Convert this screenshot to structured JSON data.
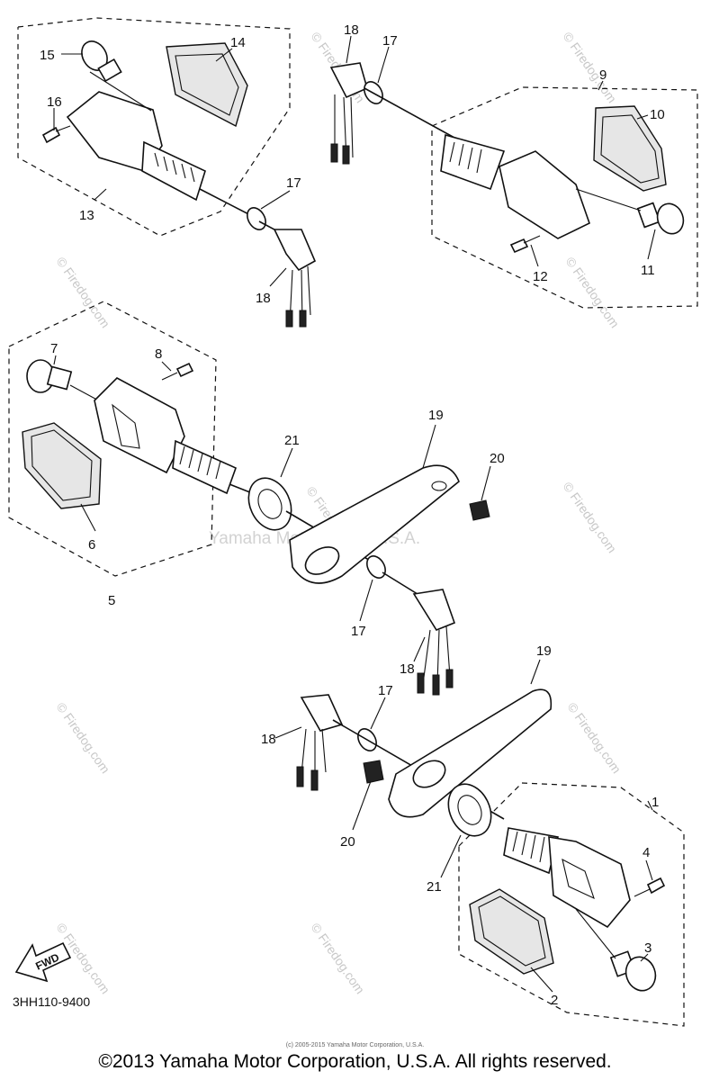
{
  "callouts": {
    "c1": "1",
    "c2": "2",
    "c3": "3",
    "c4": "4",
    "c5": "5",
    "c6": "6",
    "c7": "7",
    "c8": "8",
    "c9": "9",
    "c10": "10",
    "c11": "11",
    "c12": "12",
    "c13": "13",
    "c14": "14",
    "c15": "15",
    "c16": "16",
    "c17a": "17",
    "c17b": "17",
    "c17c": "17",
    "c17d": "17",
    "c18a": "18",
    "c18b": "18",
    "c18c": "18",
    "c18d": "18",
    "c19a": "19",
    "c19b": "19",
    "c20a": "20",
    "c20b": "20",
    "c21a": "21",
    "c21b": "21"
  },
  "fwd_label": "FWD",
  "diagram_code": "3HH110-9400",
  "watermarks": {
    "firedog": "© Firedog.com",
    "firedog_center": "Firedog.com",
    "yamaha_center": "Yamaha Motor Corp, U.S.A."
  },
  "tiny_credit": "(c) 2005-2015 Yamaha Motor Corporation, U.S.A.",
  "copyright": "©2013 Yamaha Motor Corporation, U.S.A. All rights reserved."
}
